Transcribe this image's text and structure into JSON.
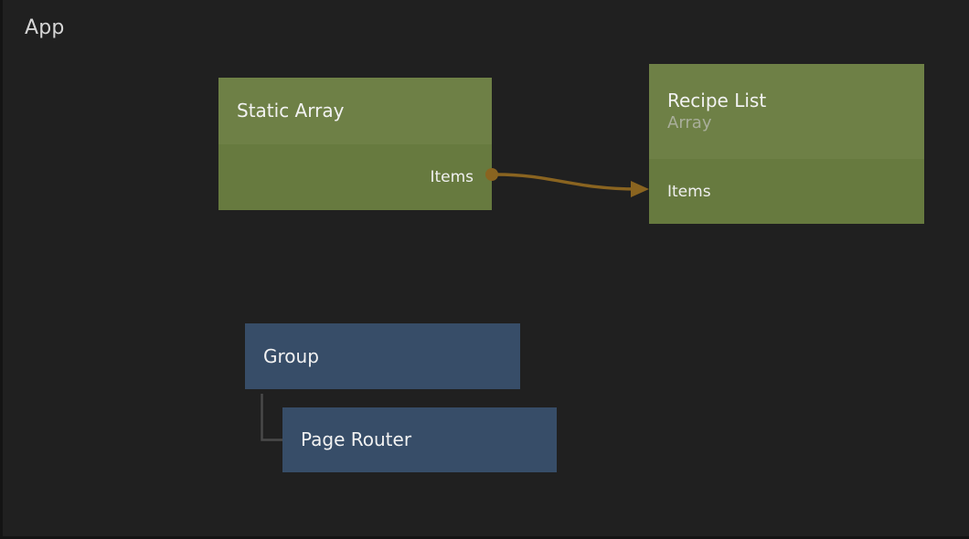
{
  "canvas": {
    "title": "App",
    "background_color": "#202020"
  },
  "colors": {
    "node_green_header": "#6e8046",
    "node_green_body": "#677a3f",
    "node_blue": "#374d68",
    "wire": "#8a6420",
    "tree_line": "#4a4a4a",
    "title_text": "#d6d6d6",
    "subtitle_text": "#a9ae9a"
  },
  "nodes": [
    {
      "id": "static-array",
      "title": "Static Array",
      "subtitle": "",
      "ports": [
        {
          "label": "Items",
          "direction": "out"
        }
      ]
    },
    {
      "id": "recipe-list",
      "title": "Recipe List",
      "subtitle": "Array",
      "ports": [
        {
          "label": "Items",
          "direction": "in"
        }
      ]
    },
    {
      "id": "group",
      "title": "Group",
      "subtitle": "",
      "ports": []
    },
    {
      "id": "page-router",
      "title": "Page Router",
      "subtitle": "",
      "ports": []
    }
  ],
  "connections": [
    {
      "id": "items-to-items",
      "from_node": "static-array",
      "from_port": "Items",
      "to_node": "recipe-list",
      "to_port": "Items",
      "style": "curved-arrow"
    },
    {
      "id": "group-to-page-router",
      "from_node": "group",
      "to_node": "page-router",
      "style": "elbow"
    }
  ]
}
